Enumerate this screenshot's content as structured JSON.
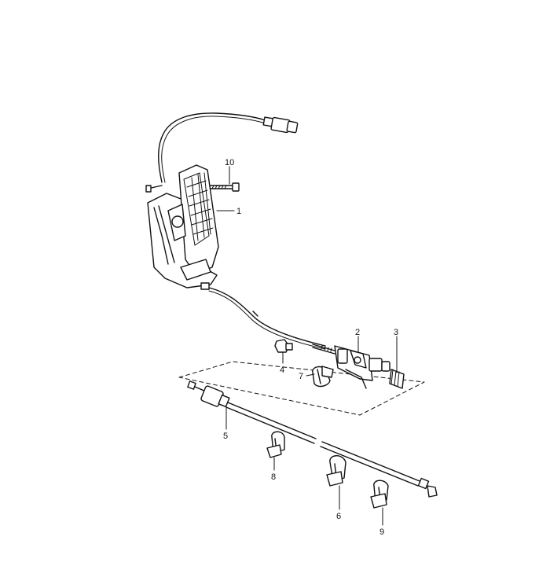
{
  "diagram": {
    "callouts": {
      "p1": "1",
      "p2": "2",
      "p3": "3",
      "p4": "4",
      "p5": "5",
      "p6": "6",
      "p7": "7",
      "p8": "8",
      "p9": "9",
      "p10": "10"
    }
  }
}
